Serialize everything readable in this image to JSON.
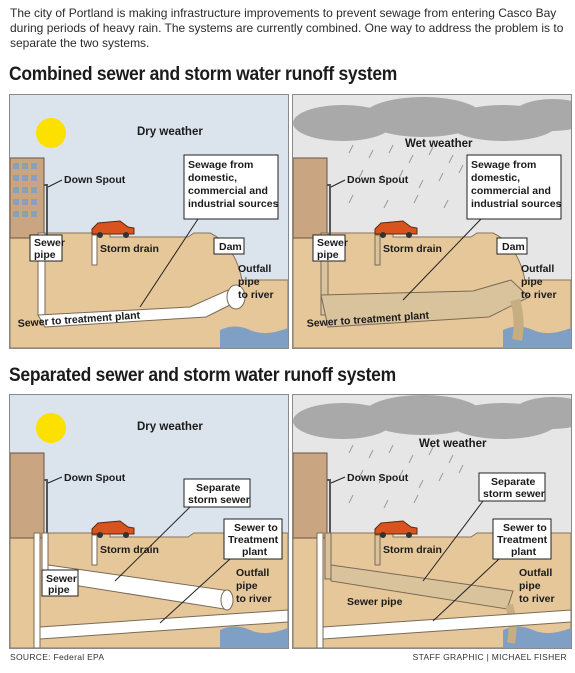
{
  "intro": "The city of Portland is making infrastructure improvements to prevent sewage from entering Casco Bay during periods of heavy rain. The systems are currently combined. One way to address the problem is to separate the two systems.",
  "combined": {
    "title": "Combined sewer and storm water runoff system",
    "dry": {
      "weather": "Dry weather",
      "down_spout": "Down Spout",
      "sewage_from": [
        "Sewage from",
        "domestic,",
        "commercial and",
        "industrial sources"
      ],
      "storm_drain": "Storm drain",
      "dam": "Dam",
      "sewer_pipe": [
        "Sewer",
        "pipe"
      ],
      "outfall": [
        "Outfall",
        "pipe",
        "to river"
      ],
      "sewer_to_plant": "Sewer to treatment plant"
    },
    "wet": {
      "weather": "Wet weather",
      "down_spout": "Down Spout",
      "sewage_from": [
        "Sewage from",
        "domestic,",
        "commercial and",
        "industrial sources"
      ],
      "storm_drain": "Storm drain",
      "dam": "Dam",
      "sewer_pipe": [
        "Sewer",
        "pipe"
      ],
      "outfall": [
        "Outfall",
        "pipe",
        "to river"
      ],
      "sewer_to_plant": "Sewer to treatment plant"
    }
  },
  "separated": {
    "title": "Separated sewer and storm water runoff system",
    "dry": {
      "weather": "Dry weather",
      "down_spout": "Down Spout",
      "separate_storm": [
        "Separate",
        "storm sewer"
      ],
      "sewer_to_treatment": [
        "Sewer to",
        "Treatment",
        "plant"
      ],
      "storm_drain": "Storm drain",
      "sewer_pipe": [
        "Sewer",
        "pipe"
      ],
      "outfall": [
        "Outfall",
        "pipe",
        "to river"
      ]
    },
    "wet": {
      "weather": "Wet weather",
      "down_spout": "Down Spout",
      "separate_storm": [
        "Separate",
        "storm sewer"
      ],
      "sewer_to_treatment": [
        "Sewer to",
        "Treatment",
        "plant"
      ],
      "storm_drain": "Storm drain",
      "sewer_pipe": "Sewer pipe",
      "outfall": [
        "Outfall",
        "pipe",
        "to river"
      ]
    }
  },
  "footer": {
    "source_label": "SOURCE:",
    "source": "Federal EPA",
    "credit_label": "STAFF GRAPHIC",
    "credit": "MICHAEL FISHER"
  },
  "colors": {
    "sky_dry": "#dbe4ec",
    "sky_wet": "#e6e6e6",
    "ground": "#e6c79a",
    "pipe": "#ffffff",
    "pipe_wet": "#d9c39c",
    "water": "#7f9fc4",
    "car": "#d9531e",
    "sun": "#fbe000"
  }
}
